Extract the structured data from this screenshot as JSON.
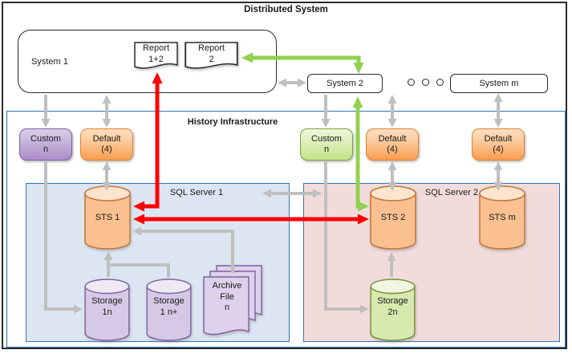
{
  "title": "Distributed System",
  "distributed_system": {
    "system1": "System 1",
    "report_1_2": "Report\n1+2",
    "report_2": "Report\n2",
    "system2": "System 2",
    "system_m": "System m"
  },
  "history_infrastructure": {
    "label": "History Infrastructure",
    "nodes": {
      "custom_left": "Custom\nn",
      "default_left": "Default\n(4)",
      "custom_right": "Custom\nn",
      "default_mid": "Default\n(4)",
      "default_right": "Default\n(4)"
    },
    "sql_server_1": {
      "label": "SQL Server 1",
      "sts_1": "STS 1",
      "storage_1n": "Storage\n1n",
      "storage_1np": "Storage\n1 n+",
      "archive_file": "Archive\nFile\nn"
    },
    "sql_server_2": {
      "label": "SQL Server 2",
      "sts_2": "STS 2",
      "sts_m": "STS m",
      "storage_2n": "Storage\n2n"
    }
  },
  "colors": {
    "arrow_gray": "#BFBFBF",
    "arrow_red": "#FF0000",
    "arrow_green": "#92D050",
    "panel_border": "#2E75B6",
    "sql1_fill": "#DCE6F2",
    "sql2_fill": "#F2DCDB",
    "node_purple": "#AB8DC9",
    "node_green": "#C3E287",
    "node_orange": "#F89C50",
    "cylinder_orange": "#FAC090",
    "cylinder_purple": "#D6C9E6",
    "cylinder_green": "#D8E9AF"
  }
}
